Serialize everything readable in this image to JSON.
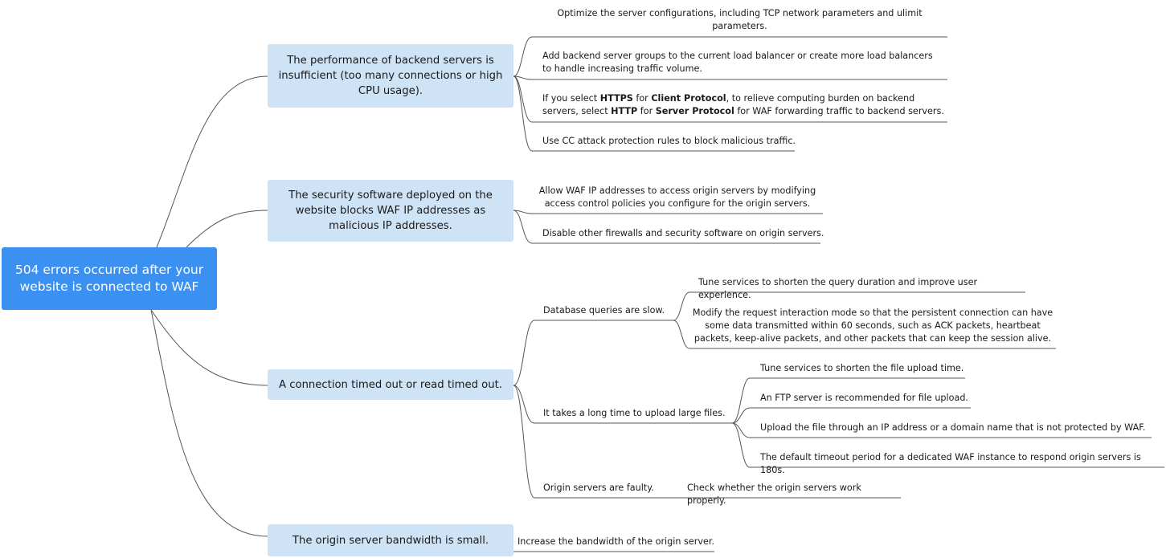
{
  "root": {
    "label": "504 errors occurred after your website is connected to WAF"
  },
  "causes": [
    {
      "label": "The performance of backend servers is insufficient (too many connections or high CPU usage).",
      "solutions": [
        "Optimize the server configurations, including TCP network parameters and ulimit parameters.",
        "Add backend server groups to the current load balancer or create more load balancers to handle increasing traffic volume.",
        {
          "p1": "If you select ",
          "b1": "HTTPS",
          "p2": " for ",
          "b2": "Client Protocol",
          "p3": ", to relieve computing burden on backend servers, select ",
          "b3": "HTTP",
          "p4": " for ",
          "b4": "Server Protocol",
          "p5": " for WAF forwarding traffic to backend servers."
        },
        "Use CC attack protection rules to block malicious traffic."
      ]
    },
    {
      "label": "The security software deployed on the website blocks WAF IP addresses as malicious IP addresses.",
      "solutions": [
        "Allow WAF IP addresses to access origin servers by modifying access control policies you configure for the origin servers.",
        "Disable other firewalls and security software on origin servers."
      ]
    },
    {
      "label": "A connection timed out or read timed out.",
      "subcauses": [
        {
          "label": "Database queries are slow.",
          "solutions": [
            "Tune services to shorten the query duration and improve user experience.",
            "Modify the request interaction mode so that the persistent connection can have some data transmitted within 60 seconds, such as ACK packets, heartbeat packets, keep-alive packets, and other packets that can keep the session alive."
          ]
        },
        {
          "label": "It takes a long time to upload large files.",
          "solutions": [
            "Tune services to shorten the file upload time.",
            "An FTP server is recommended for file upload.",
            "Upload the file through an IP address or a domain name that is not protected by WAF.",
            "The default timeout period for a dedicated WAF instance to respond origin servers is 180s."
          ]
        },
        {
          "label": "Origin servers are faulty.",
          "solutions": [
            "Check whether the origin servers work properly."
          ]
        }
      ]
    },
    {
      "label": "The origin server bandwidth is small.",
      "solutions": [
        "Increase the bandwidth of the origin server."
      ]
    }
  ],
  "colors": {
    "root_fill": "#3a91f1",
    "cause_fill": "#cfe3f7",
    "connector": "#555555"
  }
}
